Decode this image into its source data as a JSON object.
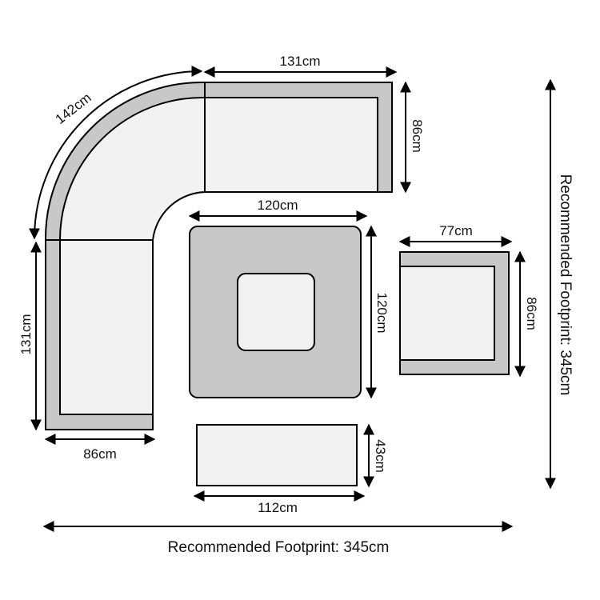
{
  "dimensions": {
    "corner_arc": "142cm",
    "top_sofa_width": "131cm",
    "top_sofa_depth": "86cm",
    "left_sofa_height": "131cm",
    "left_sofa_depth": "86cm",
    "table_width": "120cm",
    "table_depth": "120cm",
    "chair_width": "77cm",
    "chair_depth": "86cm",
    "bench_height": "43cm",
    "bench_width": "112cm"
  },
  "footprint": {
    "horizontal": "Recommended Footprint: 345cm",
    "vertical": "Recommended Footprint: 345cm"
  },
  "colors": {
    "frame": "#c8c8c8",
    "cushion": "#f2f2f2",
    "line": "#000000"
  }
}
